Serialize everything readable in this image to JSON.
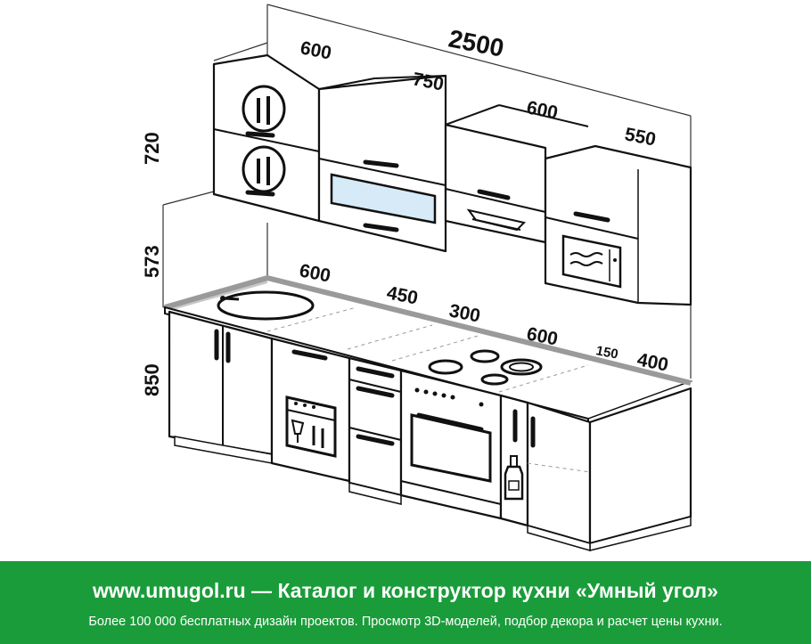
{
  "dimensions": {
    "total_width": "2500",
    "upper": [
      "600",
      "750",
      "600",
      "550"
    ],
    "lower": [
      "600",
      "450",
      "300",
      "600",
      "150",
      "400"
    ],
    "heights": [
      "720",
      "573",
      "850"
    ]
  },
  "icons": [
    "cutlery-icon",
    "glass-cabinet-icon",
    "range-hood-icon",
    "microwave-icon",
    "sink-icon",
    "dishwasher-icon",
    "cooktop-icon",
    "oven-icon",
    "bottle-icon"
  ],
  "colors": {
    "footer_bg": "#1a9c3a",
    "footer_text": "#ffffff",
    "line": "#111111"
  },
  "footer": {
    "title": "www.umugol.ru — Каталог и конструктор кухни «Умный угол»",
    "subtitle": "Более 100 000 бесплатных дизайн проектов. Просмотр 3D-моделей, подбор декора и расчет цены кухни."
  }
}
